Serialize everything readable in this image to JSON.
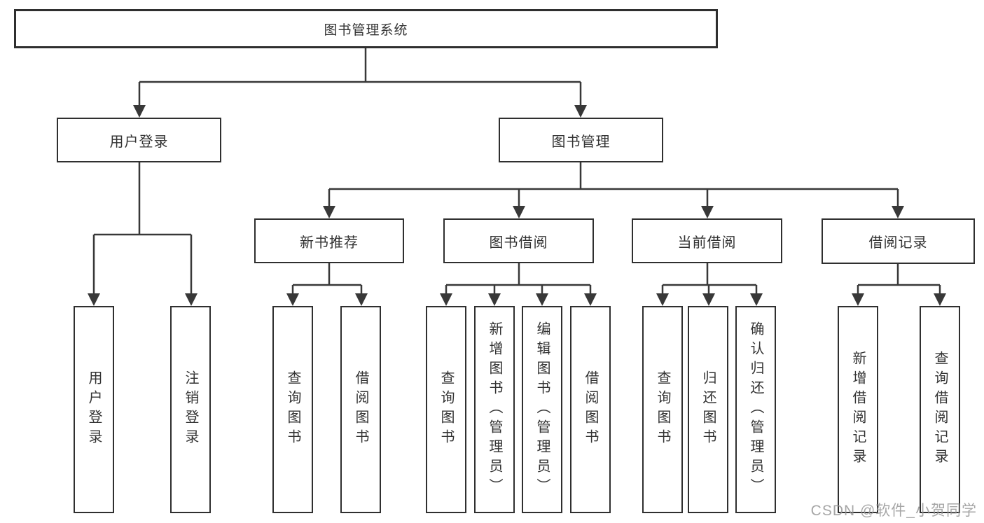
{
  "diagram": {
    "root": {
      "label": "图书管理系统"
    },
    "branches": [
      {
        "label": "用户登录",
        "children": [
          {
            "label": "用户登录"
          },
          {
            "label": "注销登录"
          }
        ]
      },
      {
        "label": "图书管理",
        "children": [
          {
            "label": "新书推荐",
            "children": [
              {
                "label": "查询图书"
              },
              {
                "label": "借阅图书"
              }
            ]
          },
          {
            "label": "图书借阅",
            "children": [
              {
                "label": "查询图书"
              },
              {
                "label": "新增图书（管理员）"
              },
              {
                "label": "编辑图书（管理员）"
              },
              {
                "label": "借阅图书"
              }
            ]
          },
          {
            "label": "当前借阅",
            "children": [
              {
                "label": "查询图书"
              },
              {
                "label": "归还图书"
              },
              {
                "label": "确认归还（管理员）"
              }
            ]
          },
          {
            "label": "借阅记录",
            "children": [
              {
                "label": "新增借阅记录"
              },
              {
                "label": "查询借阅记录"
              }
            ]
          }
        ]
      }
    ]
  },
  "watermark": {
    "text": "CSDN @软件_小贺同学"
  },
  "colors": {
    "line": "#383838",
    "text": "#333333",
    "background": "#ffffff",
    "watermark": "#969696"
  }
}
